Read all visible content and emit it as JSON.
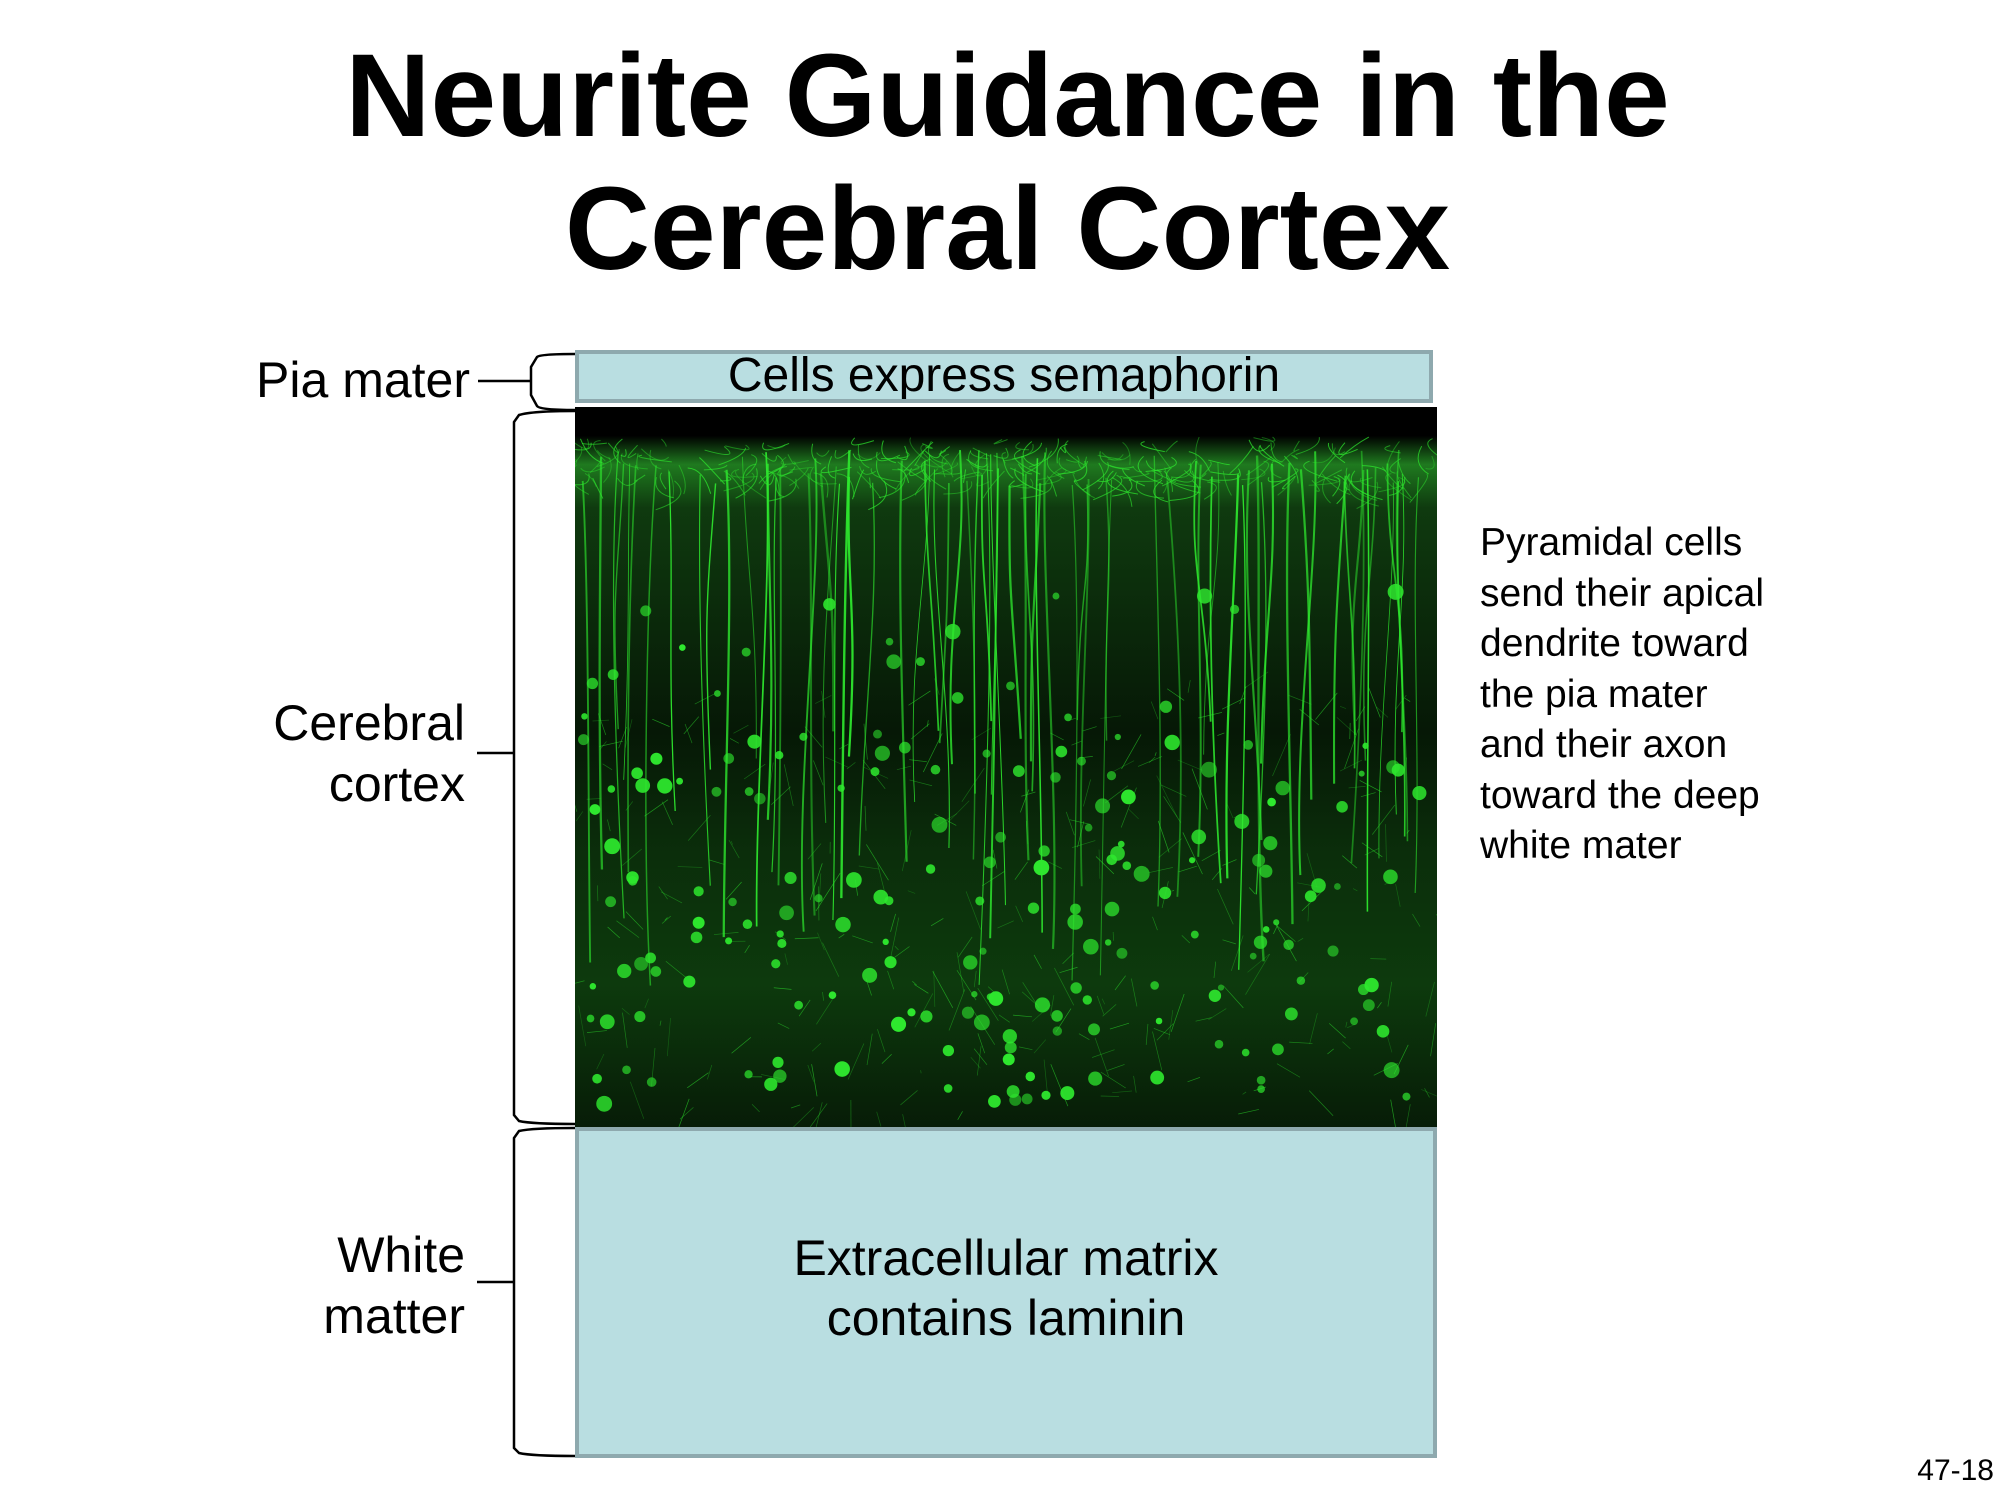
{
  "title": [
    "Neurite Guidance in the",
    "Cerebral Cortex"
  ],
  "regions": {
    "pia": {
      "label": "Pia mater",
      "box_text": "Cells express semaphorin"
    },
    "cortex": {
      "label": [
        "Cerebral",
        "cortex"
      ]
    },
    "white_matter": {
      "label": [
        "White",
        "matter"
      ],
      "box_text": [
        "Extracellular matrix",
        "contains laminin"
      ]
    }
  },
  "annotation": [
    "Pyramidal cells",
    "send their apical",
    "dendrite toward",
    "the pia mater",
    "and their axon",
    "toward the deep",
    "white mater"
  ],
  "slide_number": "47-18",
  "colors": {
    "box_fill": "#b9dee1",
    "box_border": "#8ea9ae",
    "neuron_green": "#2ee82e",
    "image_background": "#020a02"
  }
}
